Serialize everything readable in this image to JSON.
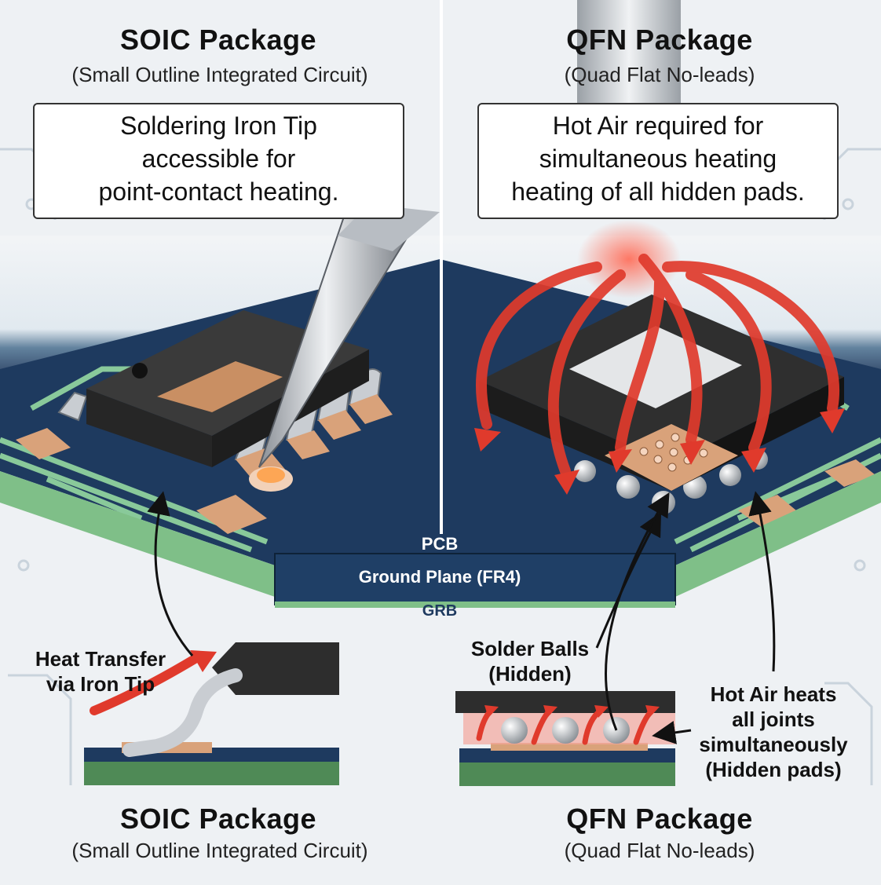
{
  "left": {
    "title": "SOIC Package",
    "subtitle": "(Small Outline Integrated Circuit)",
    "callout": [
      "Soldering Iron Tip",
      "accessible for",
      "point-contact heating."
    ],
    "heat_label": [
      "Heat Transfer",
      "via Iron Tip"
    ],
    "bottom_title": "SOIC Package",
    "bottom_subtitle": "(Small Outline Integrated Circuit)"
  },
  "right": {
    "title": "QFN Package",
    "subtitle": "(Quad Flat No-leads)",
    "callout": [
      "Hot Air required for",
      "simultaneous heating",
      "heating of all hidden pads."
    ],
    "balls_label": [
      "Solder Balls",
      "(Hidden)"
    ],
    "hot_air_label": [
      "Hot Air heats",
      "all joints",
      "simultaneously",
      "(Hidden pads)"
    ],
    "bottom_title": "QFN Package",
    "bottom_subtitle": "(Quad Flat No-leads)"
  },
  "pcb": {
    "pcb_label": "PCB",
    "ground_plane_label": "Ground Plane (FR4)",
    "grb_label": "GRB"
  },
  "colors": {
    "board_navy": "#1e3a5f",
    "trace_green": "#8fd19e",
    "copper": "#d9a27a",
    "chip_black": "#2d2d2d",
    "hot_air_red": "#e03a2c",
    "bg": "#eef1f4"
  }
}
